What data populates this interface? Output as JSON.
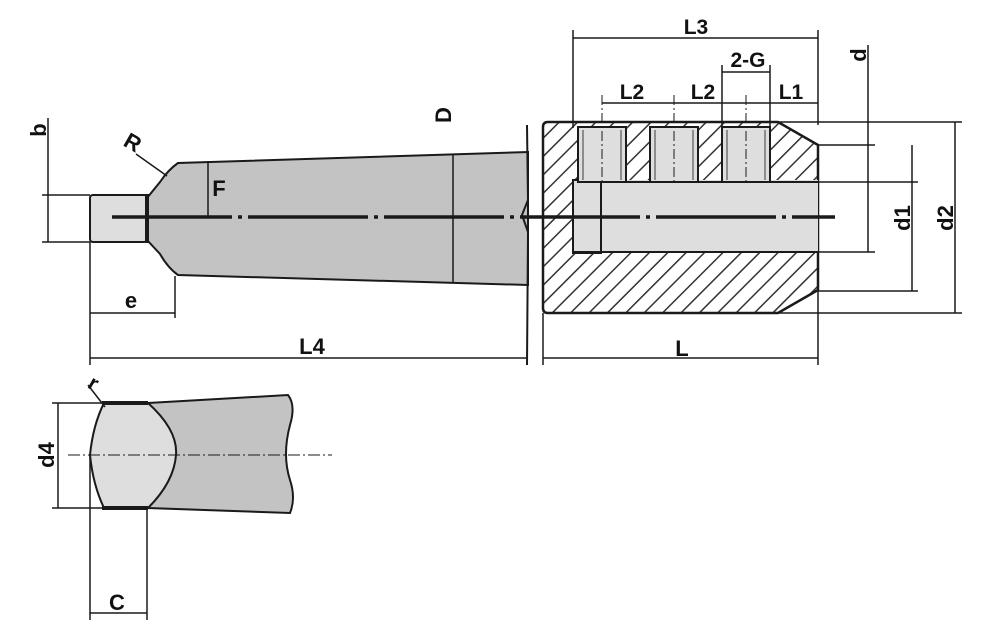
{
  "labels": {
    "L3": "L3",
    "G": "2-G",
    "L2a": "L2",
    "L2b": "L2",
    "L1": "L1",
    "d": "d",
    "d1": "d1",
    "d2": "d2",
    "D": "D",
    "b": "b",
    "R": "R",
    "F": "F",
    "e": "e",
    "L4": "L4",
    "L": "L",
    "r": "r",
    "d4": "d4",
    "C": "C"
  },
  "colors": {
    "body_fill": "#c3c3c3",
    "tip_fill": "#dedede",
    "outline": "#1a1a1a",
    "hatch": "#333333"
  }
}
